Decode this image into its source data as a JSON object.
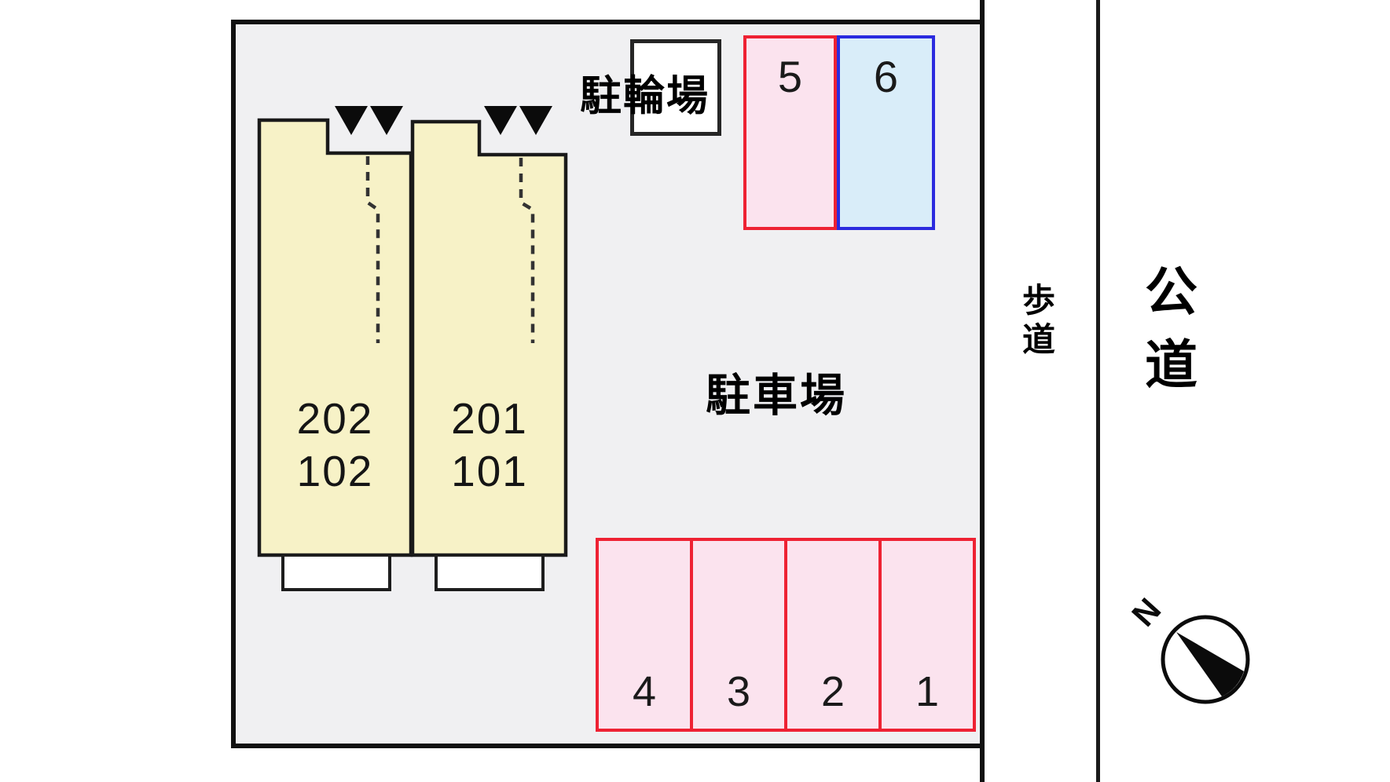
{
  "labels": {
    "bicycle_parking": "駐輪場",
    "parking_lot": "駐車場",
    "sidewalk": "歩道",
    "public_road": "公道",
    "north": "N"
  },
  "buildings": {
    "left": {
      "line1": "202",
      "line2": "102"
    },
    "right": {
      "line1": "201",
      "line2": "101"
    }
  },
  "spaces": {
    "s5": {
      "number": "5",
      "fill": "#fbe3ee",
      "border": "#ee2233"
    },
    "s6": {
      "number": "6",
      "fill": "#d9edf9",
      "border": "#2b2bdf"
    },
    "s4": {
      "number": "4",
      "fill": "#fbe3ee",
      "border": "#ee2233"
    },
    "s3": {
      "number": "3",
      "fill": "#fbe3ee",
      "border": "#ee2233"
    },
    "s2": {
      "number": "2",
      "fill": "#fbe3ee",
      "border": "#ee2233"
    },
    "s1": {
      "number": "1",
      "fill": "#fbe3ee",
      "border": "#ee2233"
    }
  },
  "icons": {
    "entrance_marker": "black-down-triangle",
    "compass": "north-arrow-circle-wedge"
  },
  "colors": {
    "site_fill": "#f0f0f2",
    "site_border": "#111111",
    "building_fill": "#f7f2c7",
    "building_border": "#1a1a1a",
    "dashed_line": "#333333",
    "porch_fill": "#ffffff",
    "pink_fill": "#fbe3ee",
    "red_border": "#ee2233",
    "blue_fill": "#d9edf9",
    "blue_border": "#2b2bdf"
  }
}
